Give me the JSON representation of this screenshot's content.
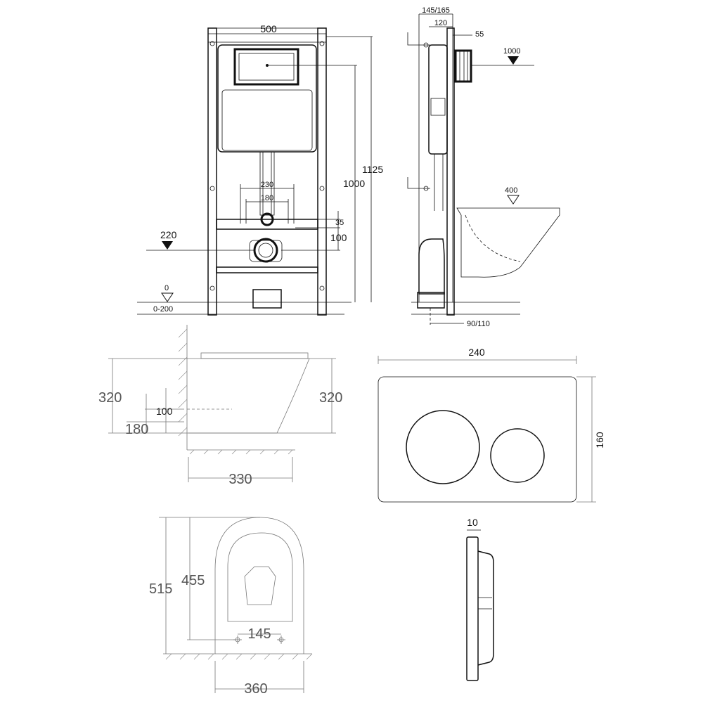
{
  "frame_front": {
    "width": "500",
    "height_total": "1125",
    "height_drain": "1000",
    "dim_230": "230",
    "dim_180": "180",
    "dim_35": "35",
    "dim_100": "100",
    "level_220": "220",
    "level_0": "0",
    "level_range": "0-200"
  },
  "frame_side": {
    "depth": "145/165",
    "dim_120": "120",
    "dim_55": "55",
    "level_1000": "1000",
    "level_400": "400",
    "outlet": "90/110"
  },
  "bowl_side": {
    "height_left": "320",
    "height_right": "320",
    "dim_100": "100",
    "dim_180": "180",
    "length": "330"
  },
  "flush_plate": {
    "width": "240",
    "height": "160",
    "thickness": "10"
  },
  "bowl_top": {
    "length": "515",
    "inner_length": "455",
    "bolt_spacing": "145",
    "width": "360"
  }
}
